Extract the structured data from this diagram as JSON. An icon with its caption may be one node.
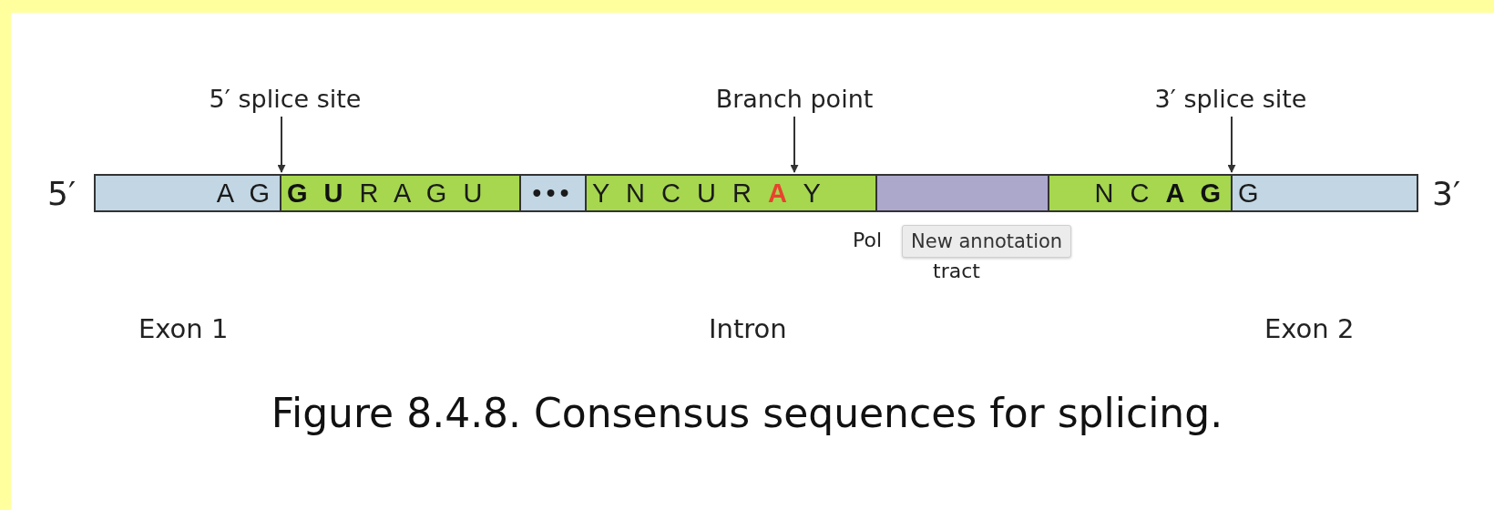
{
  "diagram": {
    "caption": "Figure 8.4.8. Consensus sequences for splicing.",
    "nodes": [
      {
        "text": [
          "5′ splice site"
        ]
      },
      {
        "text": [
          "Branch point"
        ]
      },
      {
        "text": [
          "3′ splice site"
        ]
      },
      {
        "text": [
          "A G"
        ]
      },
      {
        "text": [
          "**G U** R A G U"
        ]
      },
      {
        "text": [
          "•••"
        ]
      },
      {
        "text": [
          "Y N C U R **A** Y"
        ]
      },
      {
        "text": [],
        "shape": "bar"
      },
      {
        "text": [
          "N C **A G**"
        ]
      },
      {
        "text": [
          "G"
        ]
      }
    ],
    "edges": [
      {
        "from": 0,
        "to": 3,
        "arrow": "to"
      },
      {
        "from": 1,
        "to": 6,
        "arrow": "to"
      },
      {
        "from": 2,
        "to": 8,
        "arrow": "to"
      }
    ],
    "labels": [
      "5′",
      "3′",
      "Pol",
      "New annotation",
      "tract",
      "Exon 1",
      "Intron",
      "Exon 2"
    ]
  }
}
